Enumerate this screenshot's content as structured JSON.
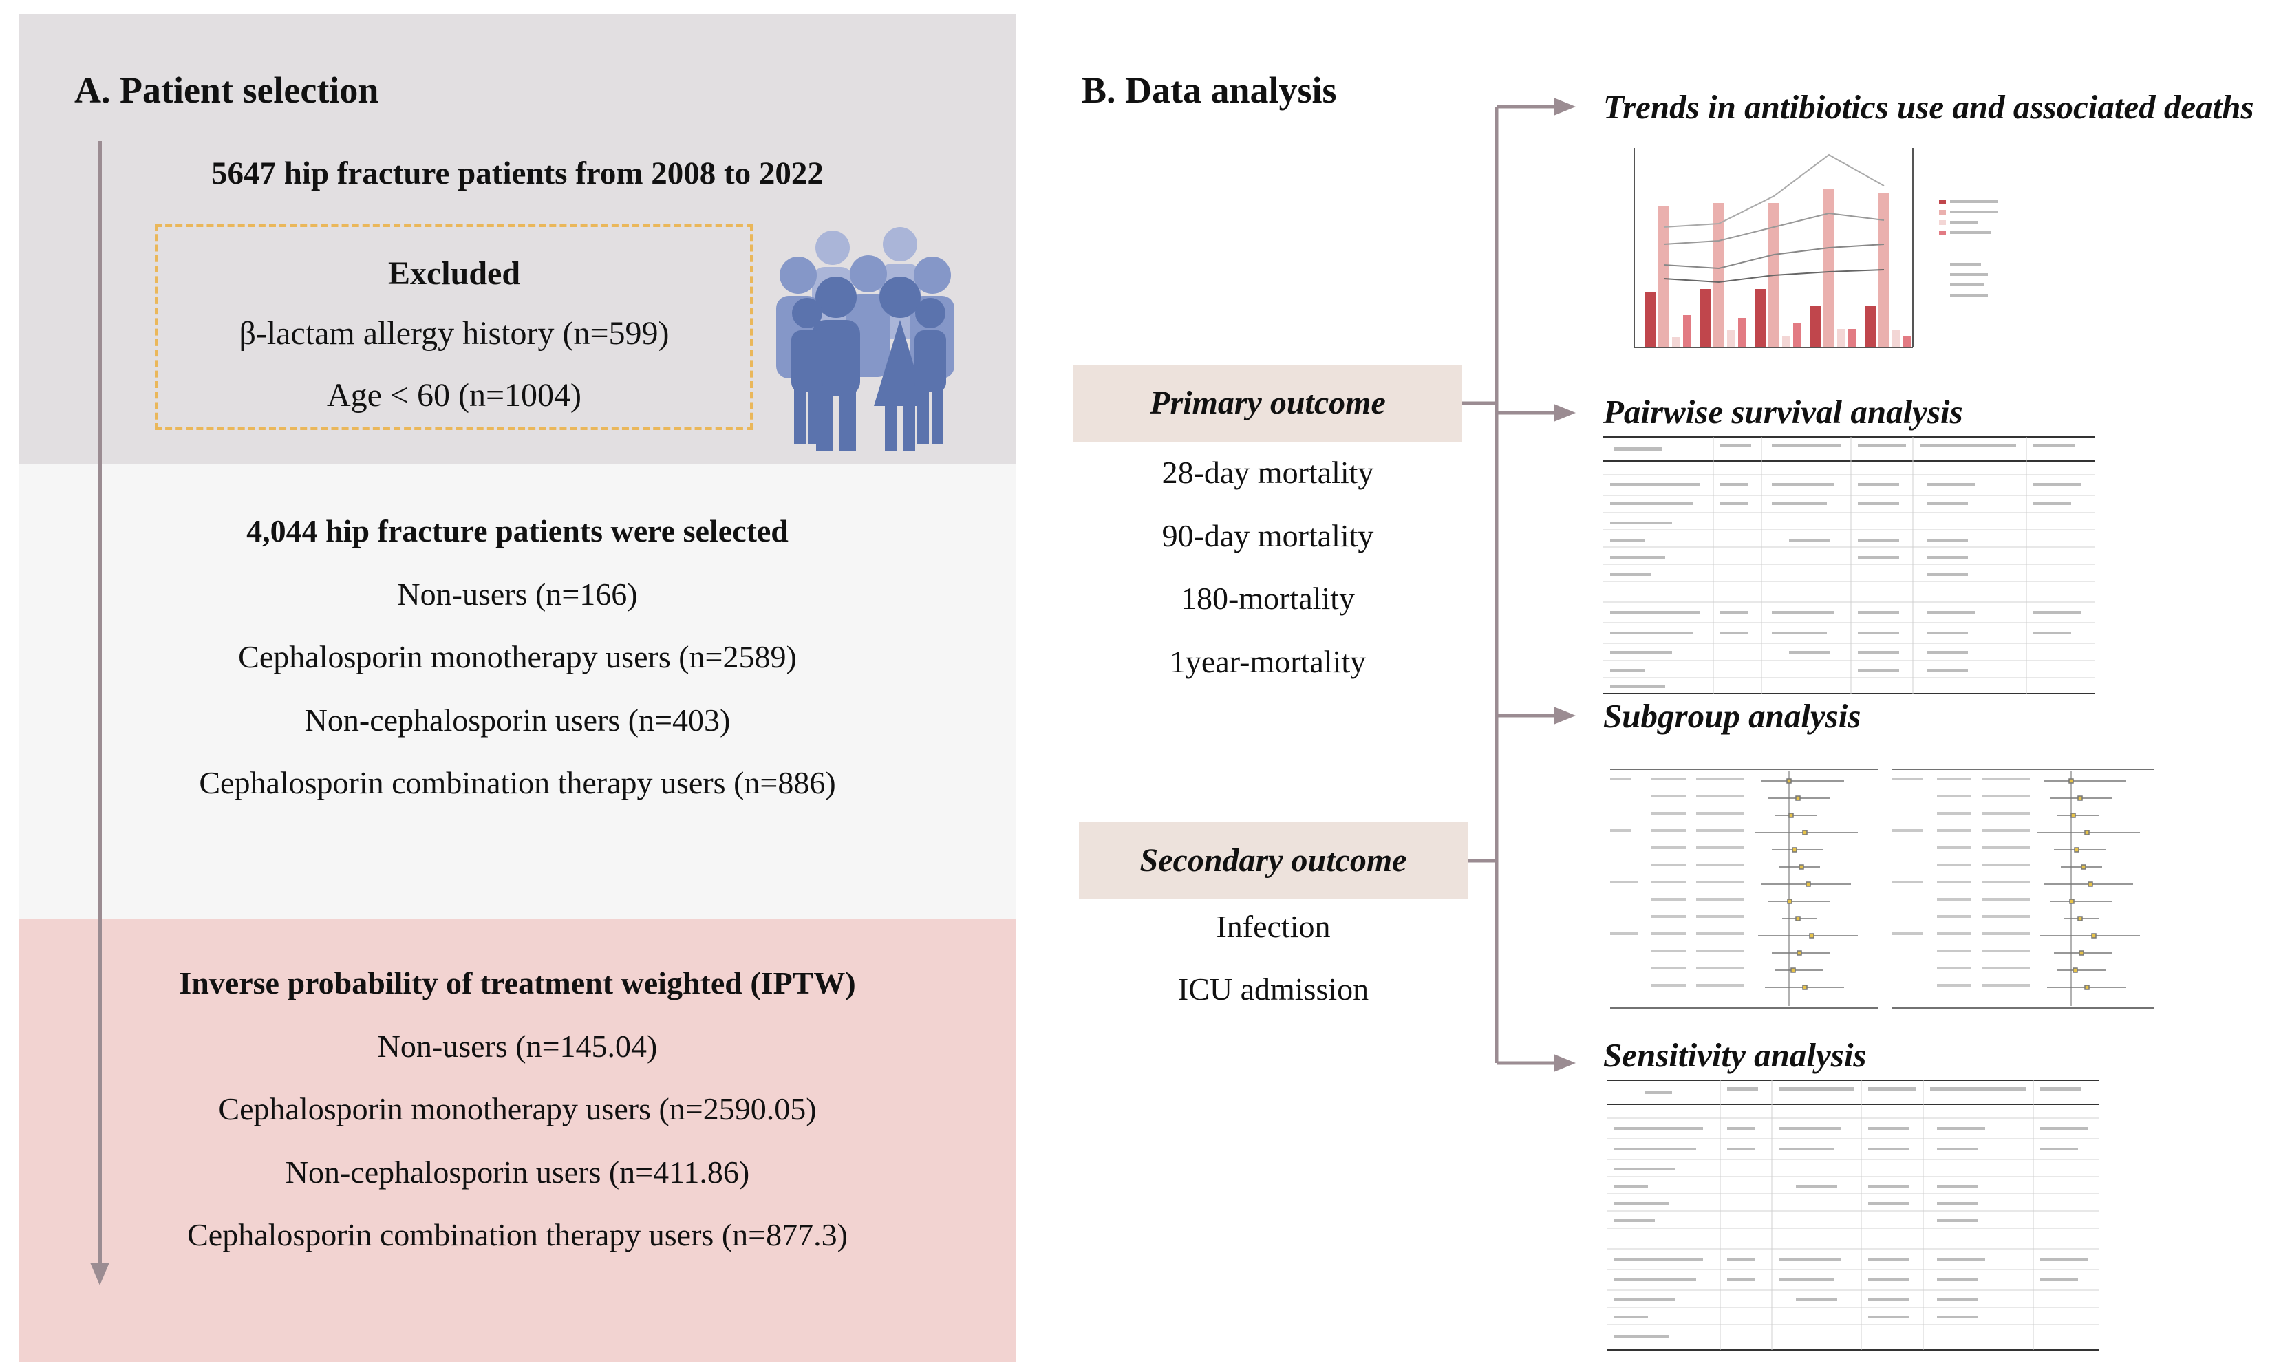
{
  "panel_a": {
    "heading": "A. Patient selection",
    "total": "5647 hip fracture patients from 2008 to 2022",
    "excluded": {
      "title": "Excluded",
      "items": [
        "β-lactam allergy history (n=599)",
        "Age < 60 (n=1004)"
      ]
    },
    "selected": {
      "title": "4,044 hip fracture patients were selected",
      "groups": [
        "Non-users (n=166)",
        "Cephalosporin monotherapy users (n=2589)",
        "Non-cephalosporin users (n=403)",
        "Cephalosporin combination therapy users (n=886)"
      ]
    },
    "iptw": {
      "title": "Inverse probability of treatment weighted (IPTW)",
      "groups": [
        "Non-users (n=145.04)",
        "Cephalosporin monotherapy users (n=2590.05)",
        "Non-cephalosporin users (n=411.86)",
        "Cephalosporin combination therapy users (n=877.3)"
      ]
    }
  },
  "panel_b": {
    "heading": "B. Data analysis",
    "primary": {
      "title": "Primary outcome",
      "items": [
        "28-day mortality",
        "90-day mortality",
        "180-mortality",
        "1year-mortality"
      ]
    },
    "secondary": {
      "title": "Secondary outcome",
      "items": [
        "Infection",
        "ICU admission"
      ]
    },
    "analyses": [
      "Trends in antibiotics use and associated deaths",
      "Pairwise survival analysis",
      "Subgroup analysis",
      "Sensitivity analysis"
    ]
  },
  "colors": {
    "top_panel": "#e2dfe1",
    "middle_panel": "#f6f6f6",
    "bottom_panel": "#f2d3d1",
    "dashed_box": "#eab75a",
    "arrow": "#9b8c92",
    "outcome_box": "#ede2dc",
    "people_icon": "#5b73ad"
  },
  "icons": [
    "people-group-icon"
  ]
}
